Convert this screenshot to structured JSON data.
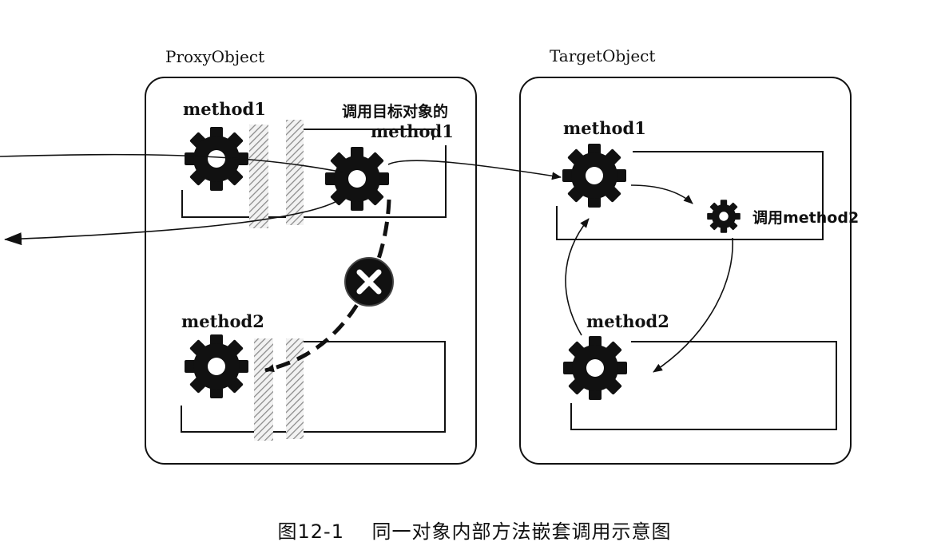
{
  "proxy": {
    "title": "ProxyObject",
    "method1_label": "method1",
    "call_note_line1": "调用目标对象的",
    "call_note_line2": "method1",
    "method2_label": "method2"
  },
  "target": {
    "title": "TargetObject",
    "method1_label": "method1",
    "call_method2_label": "调用method2",
    "method2_label": "method2"
  },
  "icons": {
    "gear": "gear-icon",
    "blocked": "x-circle-icon"
  },
  "caption": {
    "figure_no": "图12-1",
    "text": "同一对象内部方法嵌套调用示意图"
  }
}
